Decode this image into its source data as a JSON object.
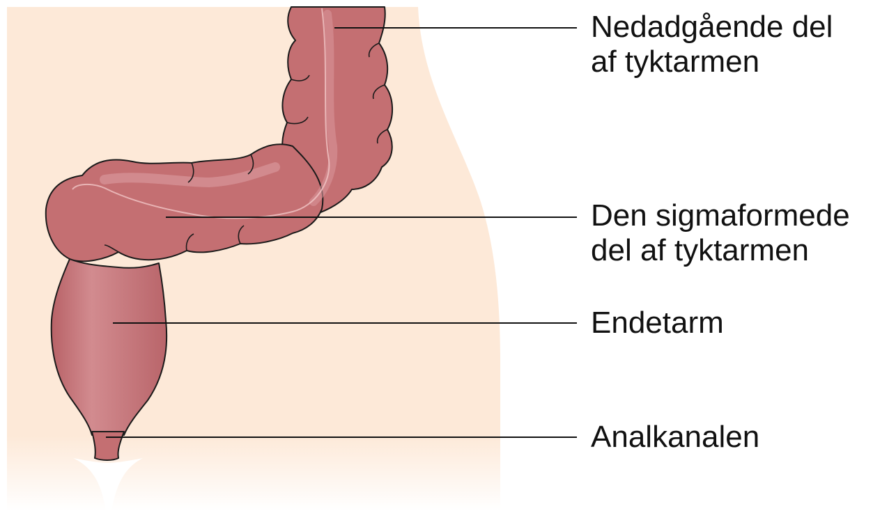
{
  "labels": {
    "descending_colon": {
      "line1": "Nedadgående del",
      "line2": "af tyktarmen"
    },
    "sigmoid_colon": {
      "line1": "Den sigmaformede",
      "line2": "del af tyktarmen"
    },
    "rectum": {
      "line1": "Endetarm"
    },
    "anal_canal": {
      "line1": "Analkanalen"
    }
  },
  "colors": {
    "background": "#ffffff",
    "body_skin": "#fde9d8",
    "colon_fill": "#c46f72",
    "colon_highlight": "#d8959a",
    "colon_shadow": "#a8585c",
    "outline": "#1a1a1a",
    "leader_line": "#111111"
  }
}
